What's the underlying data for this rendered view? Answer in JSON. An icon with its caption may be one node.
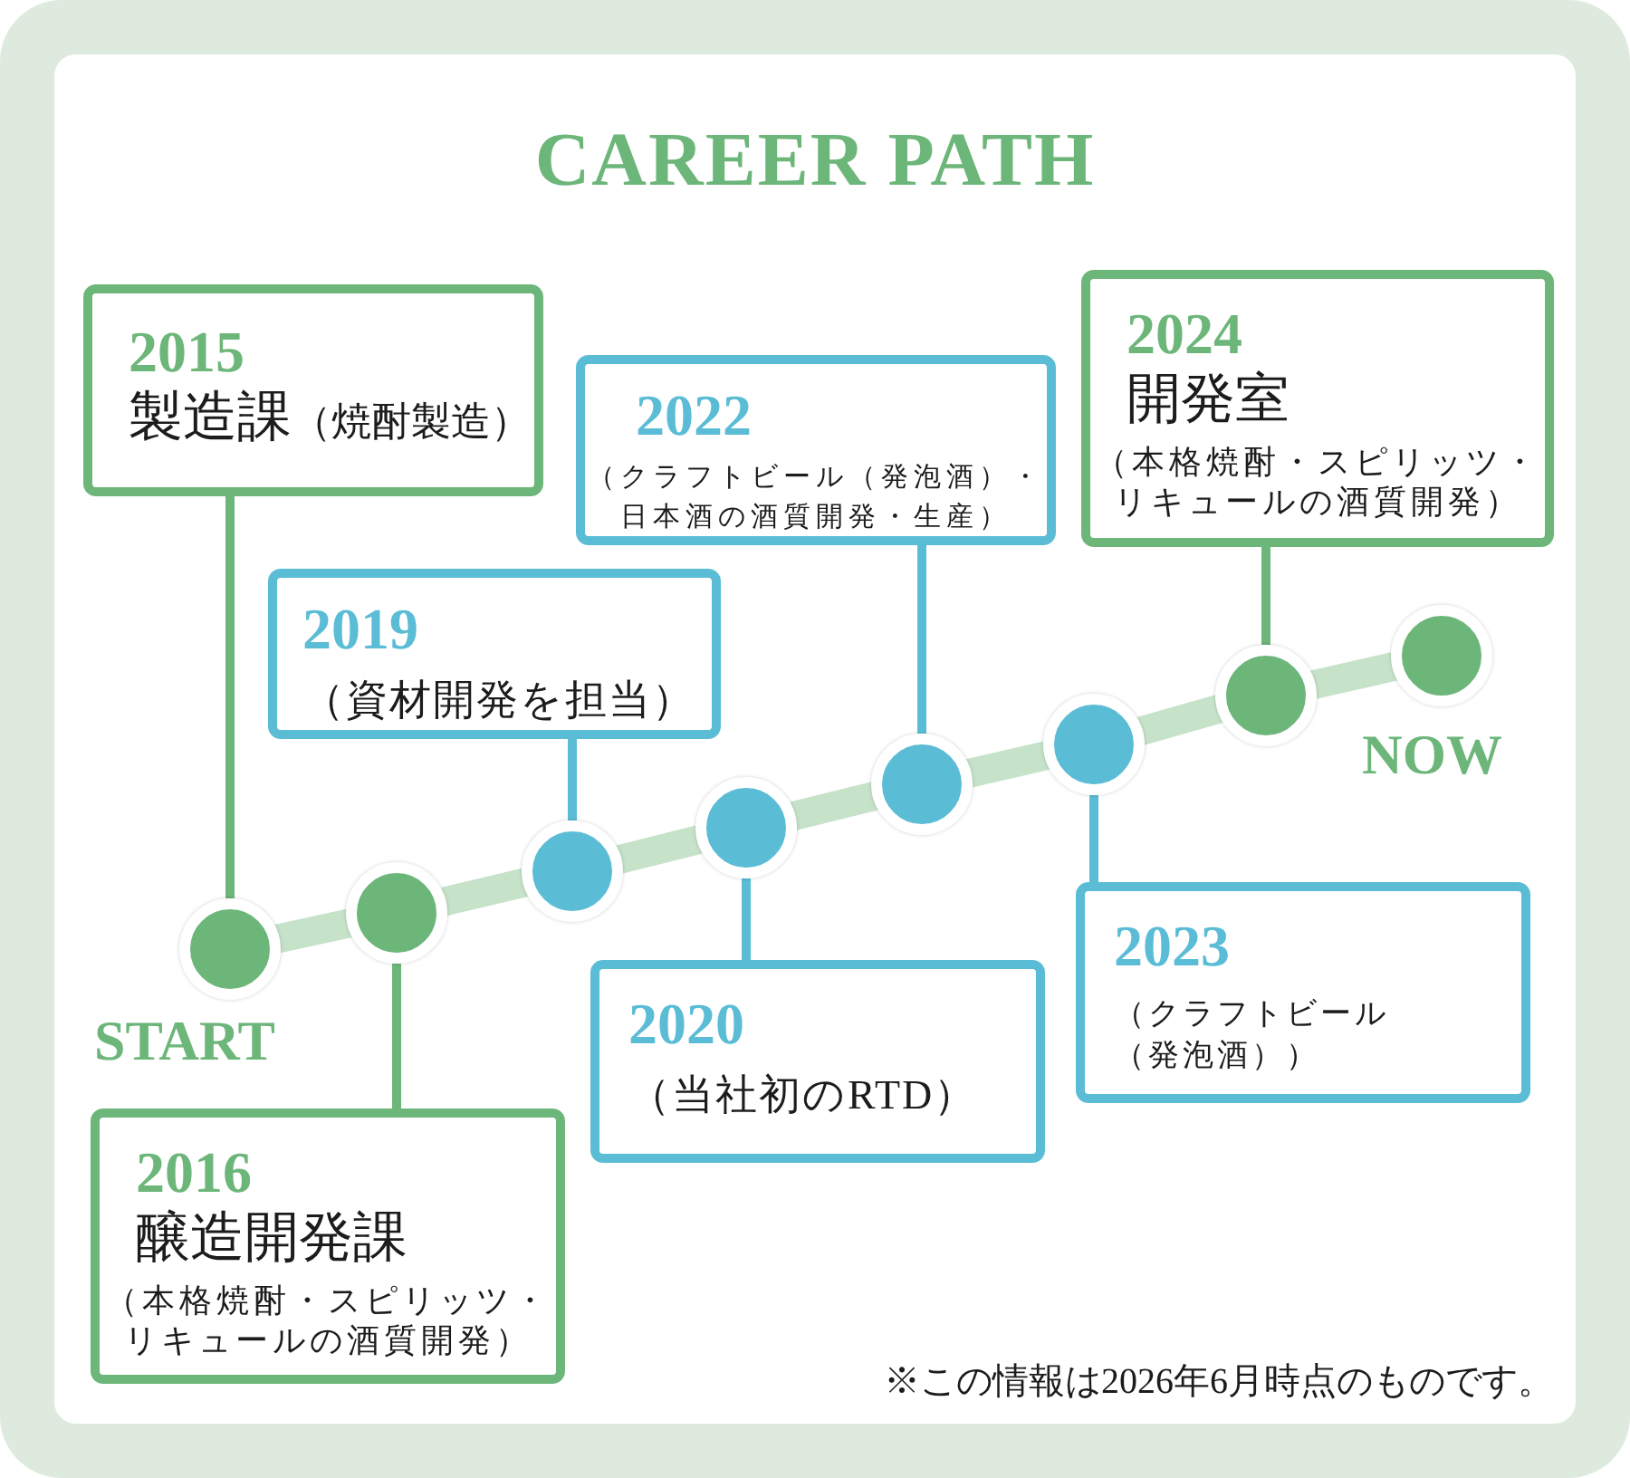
{
  "diagram": {
    "title": "CAREER PATH",
    "nodes": [
      {
        "text": [
          "2015",
          "製造課",
          "（焼酎製造）"
        ]
      },
      {
        "text": [
          "2016",
          "醸造開発課",
          "（本格焼酎・スピリッツ・リキュールの酒質開発）"
        ]
      },
      {
        "text": [
          "2019",
          "（資材開発を担当）"
        ]
      },
      {
        "text": [
          "2020",
          "（当社初のRTD）"
        ]
      },
      {
        "text": [
          "2022",
          "（クラフトビール（発泡酒）・日本酒の酒質開発・生産）"
        ]
      },
      {
        "text": [
          "2023",
          "（クラフトビール（発泡酒））"
        ]
      },
      {
        "text": [
          "2024",
          "開発室",
          "（本格焼酎・スピリッツ・リキュールの酒質開発）"
        ]
      },
      {
        "text": [],
        "shape": "circle",
        "beside": [
          "START"
        ]
      },
      {
        "text": [],
        "shape": "circle"
      },
      {
        "text": [],
        "shape": "circle"
      },
      {
        "text": [],
        "shape": "circle"
      },
      {
        "text": [],
        "shape": "circle"
      },
      {
        "text": [],
        "shape": "circle"
      },
      {
        "text": [],
        "shape": "circle"
      },
      {
        "text": [],
        "shape": "circle",
        "beside": [
          "NOW"
        ]
      }
    ],
    "edges": [
      {
        "from": 0,
        "to": 7,
        "arrow": "none",
        "color": "#6db67a"
      },
      {
        "from": 1,
        "to": 8,
        "arrow": "none",
        "color": "#6db67a"
      },
      {
        "from": 2,
        "to": 9,
        "arrow": "none",
        "color": "#5bbcd6"
      },
      {
        "from": 3,
        "to": 10,
        "arrow": "none",
        "color": "#5bbcd6"
      },
      {
        "from": 4,
        "to": 11,
        "arrow": "none",
        "color": "#5bbcd6"
      },
      {
        "from": 5,
        "to": 12,
        "arrow": "none",
        "color": "#5bbcd6"
      },
      {
        "from": 6,
        "to": 13,
        "arrow": "none",
        "color": "#6db67a"
      },
      {
        "from": 7,
        "to": 8,
        "arrow": "none",
        "style": "thick",
        "color": "#c6e3ca"
      },
      {
        "from": 8,
        "to": 9,
        "arrow": "none",
        "style": "thick",
        "color": "#c6e3ca"
      },
      {
        "from": 9,
        "to": 10,
        "arrow": "none",
        "style": "thick",
        "color": "#c6e3ca"
      },
      {
        "from": 10,
        "to": 11,
        "arrow": "none",
        "style": "thick",
        "color": "#c6e3ca"
      },
      {
        "from": 11,
        "to": 12,
        "arrow": "none",
        "style": "thick",
        "color": "#c6e3ca"
      },
      {
        "from": 12,
        "to": 13,
        "arrow": "none",
        "style": "thick",
        "color": "#c6e3ca"
      },
      {
        "from": 13,
        "to": 14,
        "arrow": "none",
        "style": "thick",
        "color": "#c6e3ca"
      }
    ],
    "labels": [
      "※この情報は2026年6月時点のものです。"
    ]
  }
}
